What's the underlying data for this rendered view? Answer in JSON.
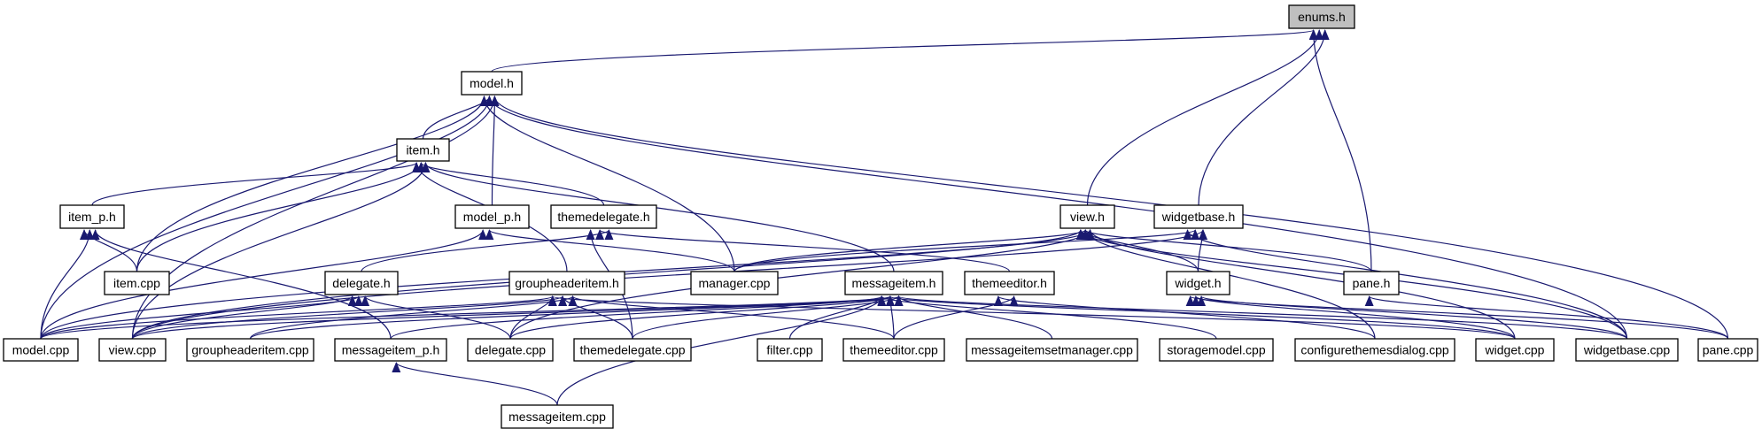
{
  "graph": {
    "edge_color": "#191970",
    "focus_fill": "#bfbfbf",
    "nodes": [
      {
        "id": "enums_h",
        "label": "enums.h",
        "focus": true
      },
      {
        "id": "model_h",
        "label": "model.h"
      },
      {
        "id": "item_h",
        "label": "item.h"
      },
      {
        "id": "item_p_h",
        "label": "item_p.h"
      },
      {
        "id": "model_p_h",
        "label": "model_p.h"
      },
      {
        "id": "themedelegate_h",
        "label": "themedelegate.h"
      },
      {
        "id": "view_h",
        "label": "view.h"
      },
      {
        "id": "widgetbase_h",
        "label": "widgetbase.h"
      },
      {
        "id": "item_cpp",
        "label": "item.cpp"
      },
      {
        "id": "delegate_h",
        "label": "delegate.h"
      },
      {
        "id": "groupheaderitem_h",
        "label": "groupheaderitem.h"
      },
      {
        "id": "manager_cpp",
        "label": "manager.cpp"
      },
      {
        "id": "messageitem_h",
        "label": "messageitem.h"
      },
      {
        "id": "themeeditor_h",
        "label": "themeeditor.h"
      },
      {
        "id": "widget_h",
        "label": "widget.h"
      },
      {
        "id": "pane_h",
        "label": "pane.h"
      },
      {
        "id": "model_cpp",
        "label": "model.cpp"
      },
      {
        "id": "view_cpp",
        "label": "view.cpp"
      },
      {
        "id": "groupheaderitem_cpp",
        "label": "groupheaderitem.cpp"
      },
      {
        "id": "messageitem_p_h",
        "label": "messageitem_p.h"
      },
      {
        "id": "delegate_cpp",
        "label": "delegate.cpp"
      },
      {
        "id": "themedelegate_cpp",
        "label": "themedelegate.cpp"
      },
      {
        "id": "filter_cpp",
        "label": "filter.cpp"
      },
      {
        "id": "themeeditor_cpp",
        "label": "themeeditor.cpp"
      },
      {
        "id": "messageitemsetmanager_cpp",
        "label": "messageitemsetmanager.cpp"
      },
      {
        "id": "storagemodel_cpp",
        "label": "storagemodel.cpp"
      },
      {
        "id": "configurethemesdialog_cpp",
        "label": "configurethemesdialog.cpp"
      },
      {
        "id": "widget_cpp",
        "label": "widget.cpp"
      },
      {
        "id": "widgetbase_cpp",
        "label": "widgetbase.cpp"
      },
      {
        "id": "pane_cpp",
        "label": "pane.cpp"
      },
      {
        "id": "messageitem_cpp",
        "label": "messageitem.cpp"
      }
    ],
    "edges": [
      [
        "model_h",
        "enums_h"
      ],
      [
        "view_h",
        "enums_h"
      ],
      [
        "widgetbase_h",
        "enums_h"
      ],
      [
        "pane_h",
        "enums_h"
      ],
      [
        "item_h",
        "model_h"
      ],
      [
        "model_p_h",
        "model_h"
      ],
      [
        "manager_cpp",
        "model_h"
      ],
      [
        "model_cpp",
        "model_h"
      ],
      [
        "view_cpp",
        "model_h"
      ],
      [
        "item_cpp",
        "model_h"
      ],
      [
        "widgetbase_cpp",
        "model_h"
      ],
      [
        "pane_cpp",
        "model_h"
      ],
      [
        "item_p_h",
        "item_h"
      ],
      [
        "item_cpp",
        "item_h"
      ],
      [
        "view_cpp",
        "item_h"
      ],
      [
        "groupheaderitem_h",
        "item_h"
      ],
      [
        "themedelegate_h",
        "item_h"
      ],
      [
        "messageitem_h",
        "item_h"
      ],
      [
        "item_cpp",
        "item_p_h"
      ],
      [
        "model_cpp",
        "item_p_h"
      ],
      [
        "messageitem_p_h",
        "item_p_h"
      ],
      [
        "model_cpp",
        "model_p_h"
      ],
      [
        "manager_cpp",
        "model_p_h"
      ],
      [
        "delegate_h",
        "themedelegate_h"
      ],
      [
        "themedelegate_cpp",
        "themedelegate_h"
      ],
      [
        "themeeditor_h",
        "themedelegate_h"
      ],
      [
        "model_cpp",
        "view_h"
      ],
      [
        "view_cpp",
        "view_h"
      ],
      [
        "manager_cpp",
        "view_h"
      ],
      [
        "delegate_cpp",
        "view_h"
      ],
      [
        "widget_h",
        "view_h"
      ],
      [
        "pane_h",
        "view_h"
      ],
      [
        "widget_cpp",
        "view_h"
      ],
      [
        "widgetbase_cpp",
        "view_h"
      ],
      [
        "configurethemesdialog_cpp",
        "view_h"
      ],
      [
        "widget_h",
        "widgetbase_h"
      ],
      [
        "widgetbase_cpp",
        "widgetbase_h"
      ],
      [
        "manager_cpp",
        "widgetbase_h"
      ],
      [
        "view_cpp",
        "widgetbase_h"
      ],
      [
        "view_cpp",
        "delegate_h"
      ],
      [
        "model_cpp",
        "delegate_h"
      ],
      [
        "delegate_cpp",
        "delegate_h"
      ],
      [
        "model_cpp",
        "groupheaderitem_h"
      ],
      [
        "view_cpp",
        "groupheaderitem_h"
      ],
      [
        "groupheaderitem_cpp",
        "groupheaderitem_h"
      ],
      [
        "delegate_cpp",
        "groupheaderitem_h"
      ],
      [
        "themedelegate_cpp",
        "groupheaderitem_h"
      ],
      [
        "themeeditor_cpp",
        "groupheaderitem_h"
      ],
      [
        "widget_cpp",
        "groupheaderitem_h"
      ],
      [
        "model_cpp",
        "messageitem_h"
      ],
      [
        "view_cpp",
        "messageitem_h"
      ],
      [
        "messageitem_p_h",
        "messageitem_h"
      ],
      [
        "delegate_cpp",
        "messageitem_h"
      ],
      [
        "themedelegate_cpp",
        "messageitem_h"
      ],
      [
        "filter_cpp",
        "messageitem_h"
      ],
      [
        "themeeditor_cpp",
        "messageitem_h"
      ],
      [
        "messageitemsetmanager_cpp",
        "messageitem_h"
      ],
      [
        "storagemodel_cpp",
        "messageitem_h"
      ],
      [
        "widget_cpp",
        "messageitem_h"
      ],
      [
        "widgetbase_cpp",
        "messageitem_h"
      ],
      [
        "messageitem_cpp",
        "messageitem_h"
      ],
      [
        "groupheaderitem_cpp",
        "messageitem_h"
      ],
      [
        "themeeditor_cpp",
        "themeeditor_h"
      ],
      [
        "configurethemesdialog_cpp",
        "themeeditor_h"
      ],
      [
        "widget_cpp",
        "widget_h"
      ],
      [
        "widgetbase_cpp",
        "widget_h"
      ],
      [
        "pane_cpp",
        "widget_h"
      ],
      [
        "pane_cpp",
        "pane_h"
      ],
      [
        "messageitem_cpp",
        "messageitem_p_h"
      ]
    ]
  }
}
